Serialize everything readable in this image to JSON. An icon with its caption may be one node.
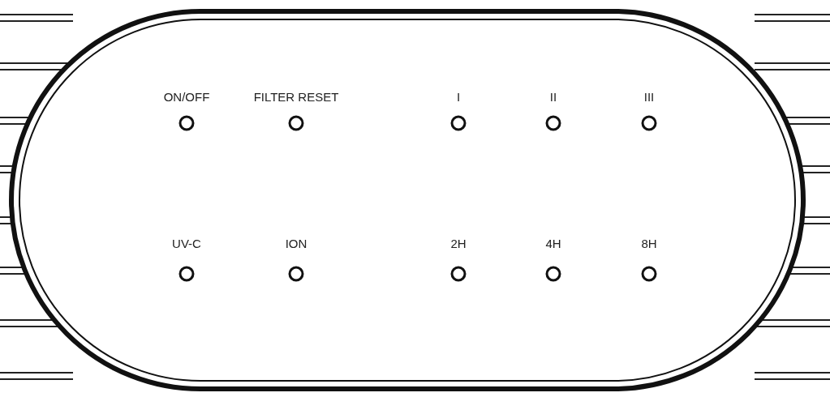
{
  "diagram": {
    "labels": [
      "ON/OFF",
      "FILTER RESET",
      "I",
      "II",
      "III",
      "UV-C",
      "ION",
      "2H",
      "4H",
      "8H"
    ]
  }
}
